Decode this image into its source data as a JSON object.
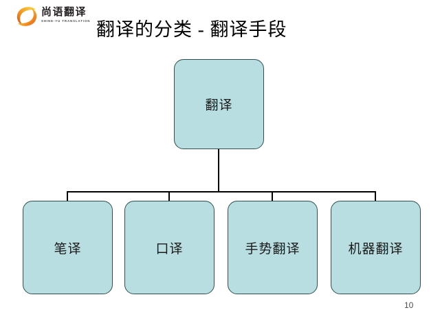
{
  "logo": {
    "brand_cn": "尚语翻译",
    "brand_en": "SHINE-YU TRANSLATION",
    "mark_icon": "swirl-spiral-icon",
    "mark_colors": [
      "#f5a623",
      "#e8541a",
      "#f7d51d",
      "#d94f1a"
    ]
  },
  "slide": {
    "title": "翻译的分类 - 翻译手段",
    "page_number": "10",
    "background": "#ffffff"
  },
  "diagram": {
    "type": "tree",
    "node_fill": "#b9dee1",
    "node_stroke": "#2f4f4f",
    "connector_color": "#000000",
    "root": {
      "label": "翻译"
    },
    "children": [
      {
        "label": "笔译"
      },
      {
        "label": "口译"
      },
      {
        "label": "手势翻译"
      },
      {
        "label": "机器翻译"
      }
    ]
  }
}
